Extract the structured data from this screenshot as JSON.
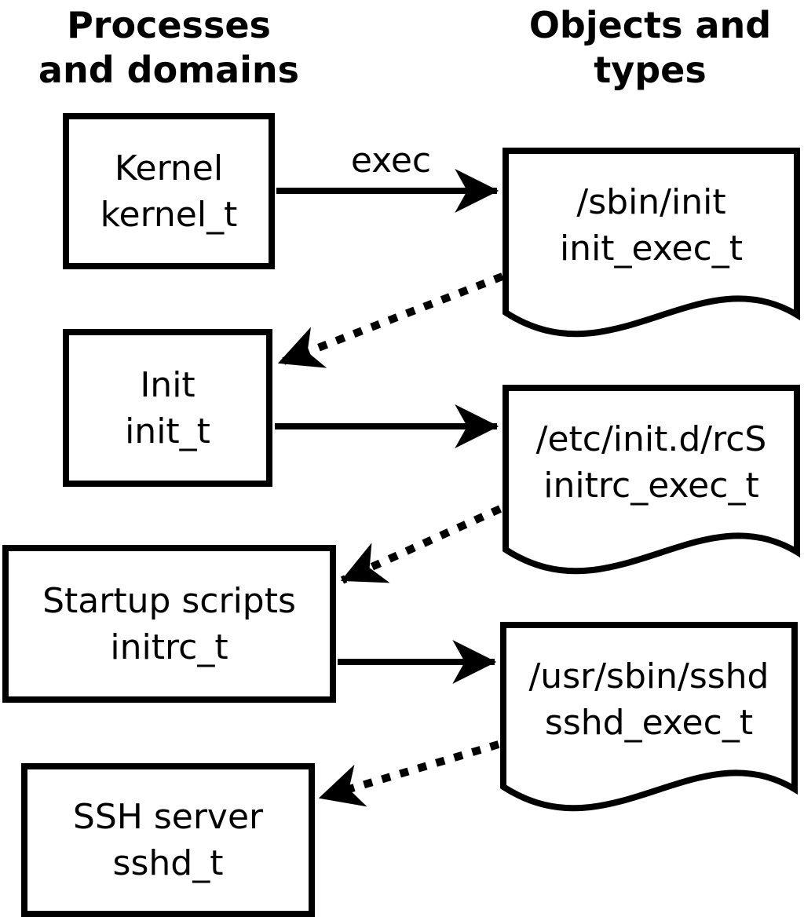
{
  "headers": {
    "left": {
      "line1": "Processes",
      "line2": "and domains"
    },
    "right": {
      "line1": "Objects and",
      "line2": "types"
    }
  },
  "processes": [
    {
      "label": "Kernel",
      "domain": "kernel_t"
    },
    {
      "label": "Init",
      "domain": "init_t"
    },
    {
      "label": "Startup scripts",
      "domain": "initrc_t"
    },
    {
      "label": "SSH server",
      "domain": "sshd_t"
    }
  ],
  "objects": [
    {
      "path": "/sbin/init",
      "type": "init_exec_t"
    },
    {
      "path": "/etc/init.d/rcS",
      "type": "initrc_exec_t"
    },
    {
      "path": "/usr/sbin/sshd",
      "type": "sshd_exec_t"
    }
  ],
  "edges": {
    "exec_label": "exec"
  },
  "colors": {
    "foreground": "#000000",
    "background": "#ffffff"
  }
}
